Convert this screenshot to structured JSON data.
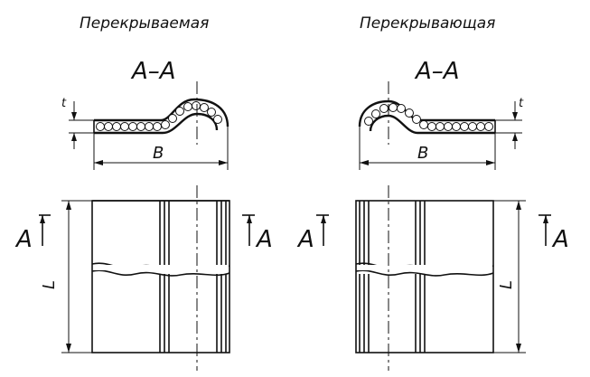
{
  "left_panel": {
    "title": "Перекрываемая",
    "section_label": "A–A",
    "dim_thickness": "t",
    "dim_width": "B",
    "dim_length": "L",
    "cut_label_left": "A",
    "cut_label_right": "A"
  },
  "right_panel": {
    "title": "Перекрывающая",
    "section_label": "A–A",
    "dim_thickness": "t",
    "dim_width": "B",
    "dim_length": "L",
    "cut_label_left": "A",
    "cut_label_right": "A"
  }
}
